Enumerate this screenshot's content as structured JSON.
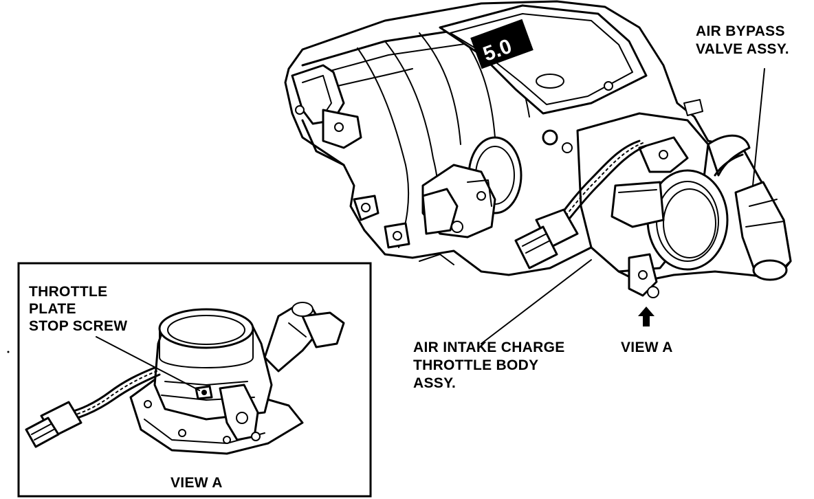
{
  "labels": {
    "air_bypass_line1": "AIR BYPASS",
    "air_bypass_line2": "VALVE ASSY.",
    "intake_line1": "AIR INTAKE CHARGE",
    "intake_line2": "THROTTLE BODY",
    "intake_line3": "ASSY.",
    "view_a_arrow": "VIEW A",
    "stop_screw_line1": "THROTTLE",
    "stop_screw_line2": "PLATE",
    "stop_screw_line3": "STOP SCREW",
    "inset_caption": "VIEW A"
  },
  "manifold_logo_text": "5.0",
  "colors": {
    "ink": "#000000",
    "paper": "#ffffff"
  }
}
